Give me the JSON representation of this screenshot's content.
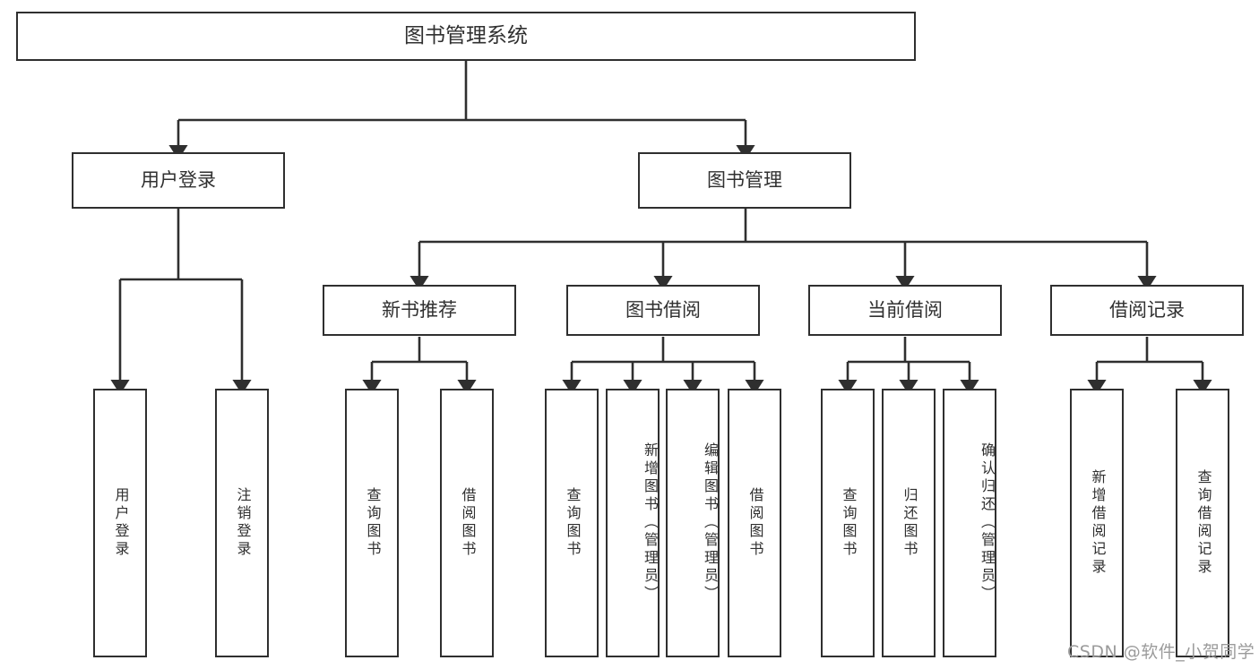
{
  "diagram": {
    "title": "图书管理系统",
    "type": "hierarchy-tree",
    "colors": {
      "stroke": "#2f2f2f",
      "fill": "#ffffff",
      "text": "#303030",
      "watermark": "#9b9b9b",
      "background": "#ffffff"
    },
    "nodes": {
      "root": {
        "label": "图书管理系统"
      },
      "level2": [
        {
          "id": "user-login",
          "label": "用户登录"
        },
        {
          "id": "book-management",
          "label": "图书管理"
        }
      ],
      "level3": [
        {
          "id": "new-book-recommend",
          "label": "新书推荐"
        },
        {
          "id": "book-borrow",
          "label": "图书借阅"
        },
        {
          "id": "current-borrow",
          "label": "当前借阅"
        },
        {
          "id": "borrow-record",
          "label": "借阅记录"
        }
      ],
      "leaves": [
        {
          "id": "leaf-user-login",
          "label": "用户登录",
          "parent": "user-login"
        },
        {
          "id": "leaf-logout",
          "label": "注销登录",
          "parent": "user-login"
        },
        {
          "id": "leaf-query-book-1",
          "label": "查询图书",
          "parent": "new-book-recommend"
        },
        {
          "id": "leaf-borrow-book-1",
          "label": "借阅图书",
          "parent": "new-book-recommend"
        },
        {
          "id": "leaf-query-book-2",
          "label": "查询图书",
          "parent": "book-borrow"
        },
        {
          "id": "leaf-add-book-admin",
          "label": "新增图书（管理员）",
          "parent": "book-borrow"
        },
        {
          "id": "leaf-edit-book-admin",
          "label": "编辑图书（管理员）",
          "parent": "book-borrow"
        },
        {
          "id": "leaf-borrow-book-2",
          "label": "借阅图书",
          "parent": "book-borrow"
        },
        {
          "id": "leaf-query-book-3",
          "label": "查询图书",
          "parent": "current-borrow"
        },
        {
          "id": "leaf-return-book",
          "label": "归还图书",
          "parent": "current-borrow"
        },
        {
          "id": "leaf-confirm-return",
          "label": "确认归还（管理员）",
          "parent": "current-borrow"
        },
        {
          "id": "leaf-add-record",
          "label": "新增借阅记录",
          "parent": "borrow-record"
        },
        {
          "id": "leaf-query-record",
          "label": "查询借阅记录",
          "parent": "borrow-record"
        }
      ]
    },
    "watermark": "CSDN @软件_小贺同学"
  }
}
